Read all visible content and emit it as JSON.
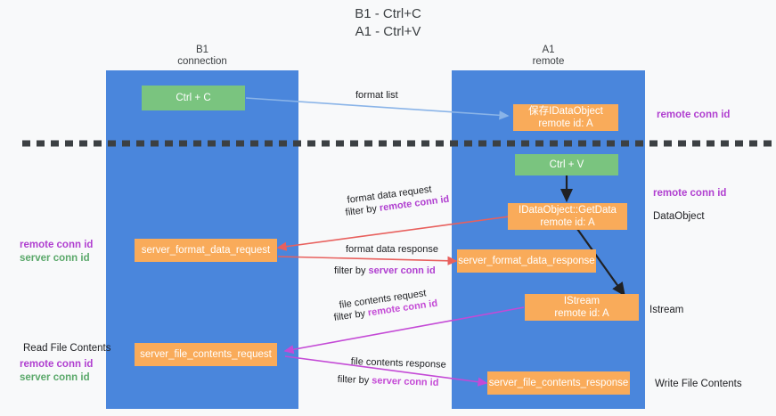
{
  "title": "B1 - Ctrl+C\nA1 - Ctrl+V",
  "colors": {
    "lane": "#4a86dc",
    "node_orange": "#f9ab5a",
    "node_green": "#7ac47f",
    "divider": "#3c4043",
    "arrow_blue": "#8ab4e8",
    "arrow_red": "#e8605d",
    "arrow_magenta": "#c44ad6",
    "arrow_black": "#202124",
    "accent_purple": "#b03fd0",
    "accent_green": "#5aa86a",
    "background": "#f8f9fa"
  },
  "lanes": [
    {
      "id": "b1",
      "line1": "B1",
      "line2": "connection"
    },
    {
      "id": "a1",
      "line1": "A1",
      "line2": "remote"
    }
  ],
  "nodes": [
    {
      "id": "ctrl-c",
      "kind": "green",
      "line1": "Ctrl + C",
      "line2": ""
    },
    {
      "id": "save-idataobject",
      "kind": "orange",
      "line1": "保存IDataObject",
      "line2": "remote id: A"
    },
    {
      "id": "ctrl-v",
      "kind": "green",
      "line1": "Ctrl + V",
      "line2": ""
    },
    {
      "id": "getdata",
      "kind": "orange",
      "line1": "IDataObject::GetData",
      "line2": "remote id: A"
    },
    {
      "id": "server-format-data-request",
      "kind": "orange",
      "line1": "server_format_data_request",
      "line2": ""
    },
    {
      "id": "server-format-data-response",
      "kind": "orange",
      "line1": "server_format_data_response",
      "line2": ""
    },
    {
      "id": "istream",
      "kind": "orange",
      "line1": "IStream",
      "line2": "remote id: A"
    },
    {
      "id": "server-file-contents-request",
      "kind": "orange",
      "line1": "server_file_contents_request",
      "line2": ""
    },
    {
      "id": "server-file-contents-response",
      "kind": "orange",
      "line1": "server_file_contents_response",
      "line2": ""
    }
  ],
  "edge_labels": {
    "format_list": "format list",
    "format_data_request": "format data request",
    "format_data_request_filter_prefix": "filter by ",
    "format_data_request_filter_key": "remote conn id",
    "format_data_response": "format data response",
    "format_data_response_filter_prefix": "filter by ",
    "format_data_response_filter_key": "server conn id",
    "file_contents_request": "file contents request",
    "file_contents_request_filter_prefix": "filter by ",
    "file_contents_request_filter_key": "remote conn id",
    "file_contents_response": "file contents response",
    "file_contents_response_filter_prefix": "filter by ",
    "file_contents_response_filter_key": "server conn id"
  },
  "right_notes": [
    {
      "id": "remote-conn-id-top",
      "text": "remote conn id",
      "style": "purple"
    },
    {
      "id": "remote-conn-id-mid",
      "text": "remote conn id",
      "style": "purple"
    },
    {
      "id": "dataobject",
      "text": "DataObject",
      "style": "plain"
    },
    {
      "id": "istream-note",
      "text": "Istream",
      "style": "plain"
    },
    {
      "id": "write-file-contents",
      "text": "Write File Contents",
      "style": "plain"
    }
  ],
  "left_notes": [
    {
      "id": "left-conn-ids-mid",
      "lines": [
        {
          "text": "remote conn id",
          "style": "purple"
        },
        {
          "text": "server conn id",
          "style": "green"
        }
      ]
    },
    {
      "id": "left-read-file-contents",
      "lines": [
        {
          "text": "Read File Contents",
          "style": "plain"
        }
      ]
    },
    {
      "id": "left-conn-ids-bottom",
      "lines": [
        {
          "text": "remote conn id",
          "style": "purple"
        },
        {
          "text": "server conn id",
          "style": "green"
        }
      ]
    }
  ]
}
